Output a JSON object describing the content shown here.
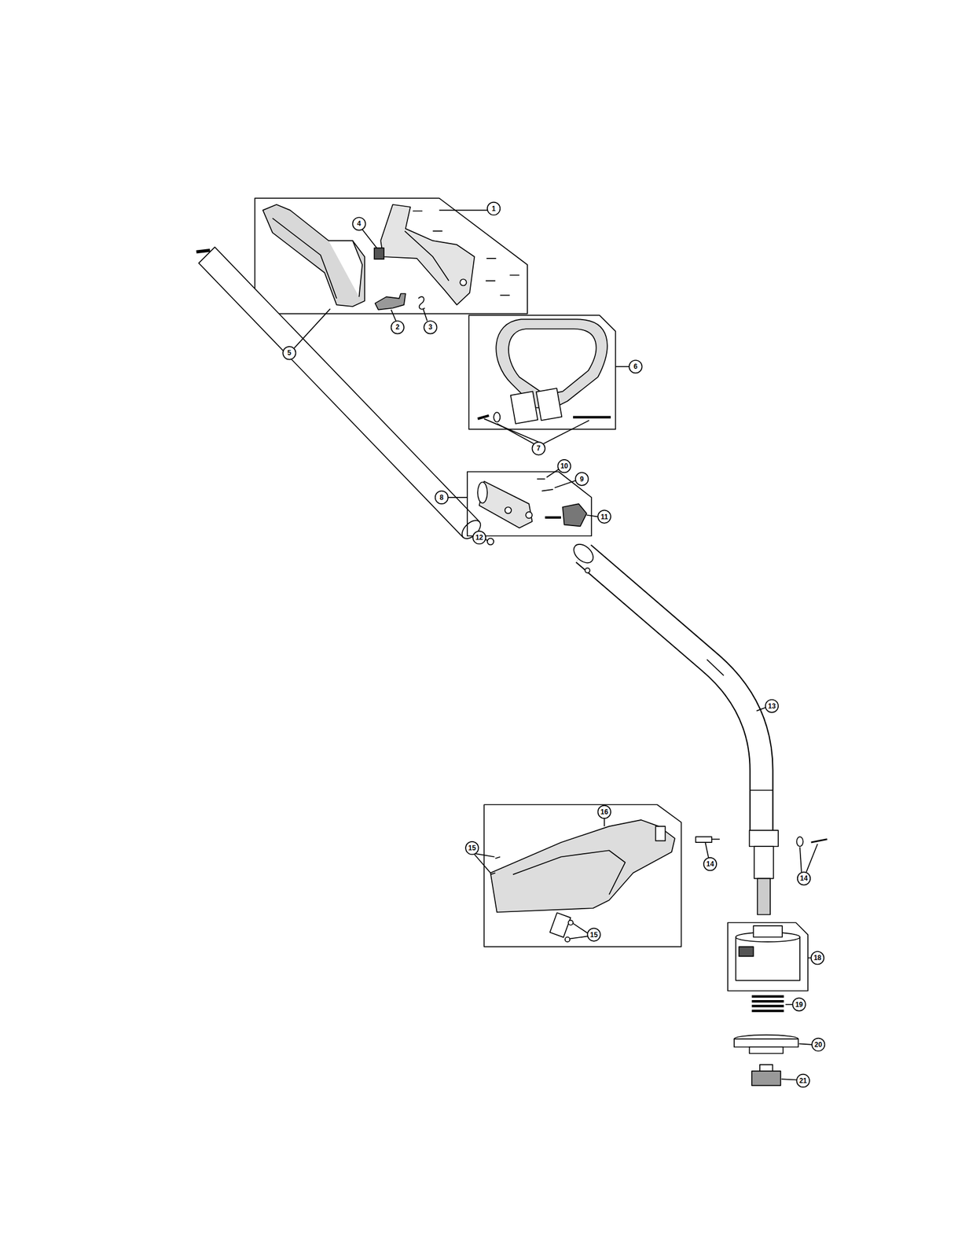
{
  "diagram": {
    "labels": [
      "1",
      "4",
      "2",
      "3",
      "5",
      "6",
      "7",
      "10",
      "9",
      "8",
      "11",
      "12",
      "13",
      "16",
      "15",
      "14",
      "14",
      "15",
      "18",
      "19",
      "20",
      "21"
    ]
  }
}
